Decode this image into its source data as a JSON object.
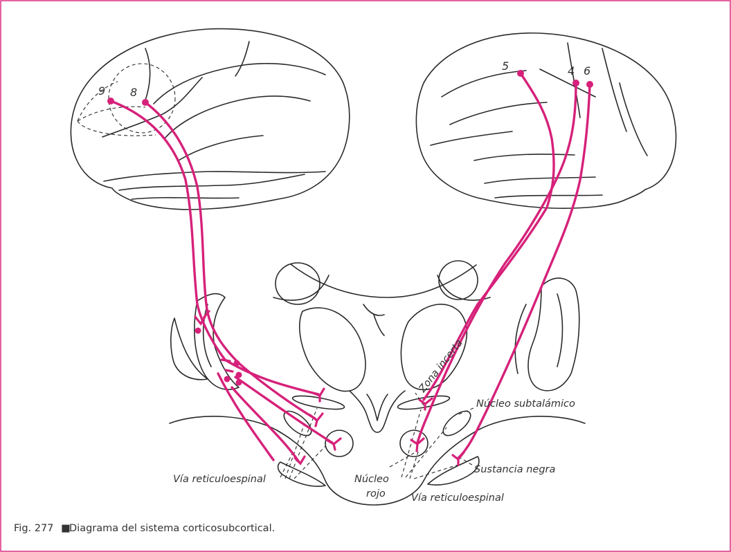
{
  "colors": {
    "frame": "#d6217a",
    "tract": "#d6217a",
    "outline": "#2a2a2a",
    "text": "#333333"
  },
  "area_numbers": {
    "n9": "9",
    "n8": "8",
    "n5": "5",
    "n4": "4",
    "n6": "6"
  },
  "labels": {
    "zona_incerta": "Zona incerta",
    "nucleo_subtalamico": "Núcleo subtalámico",
    "sustancia_negra": "Sustancia negra",
    "via_reticuloespinal_left": "Vía reticuloespinal",
    "via_reticuloespinal_right": "Vía reticuloespinal",
    "nucleo": "Núcleo",
    "rojo": "rojo"
  },
  "caption": {
    "fig": "Fig. 277",
    "bullet": "■",
    "text": "Diagrama del sistema corticosubcortical."
  }
}
